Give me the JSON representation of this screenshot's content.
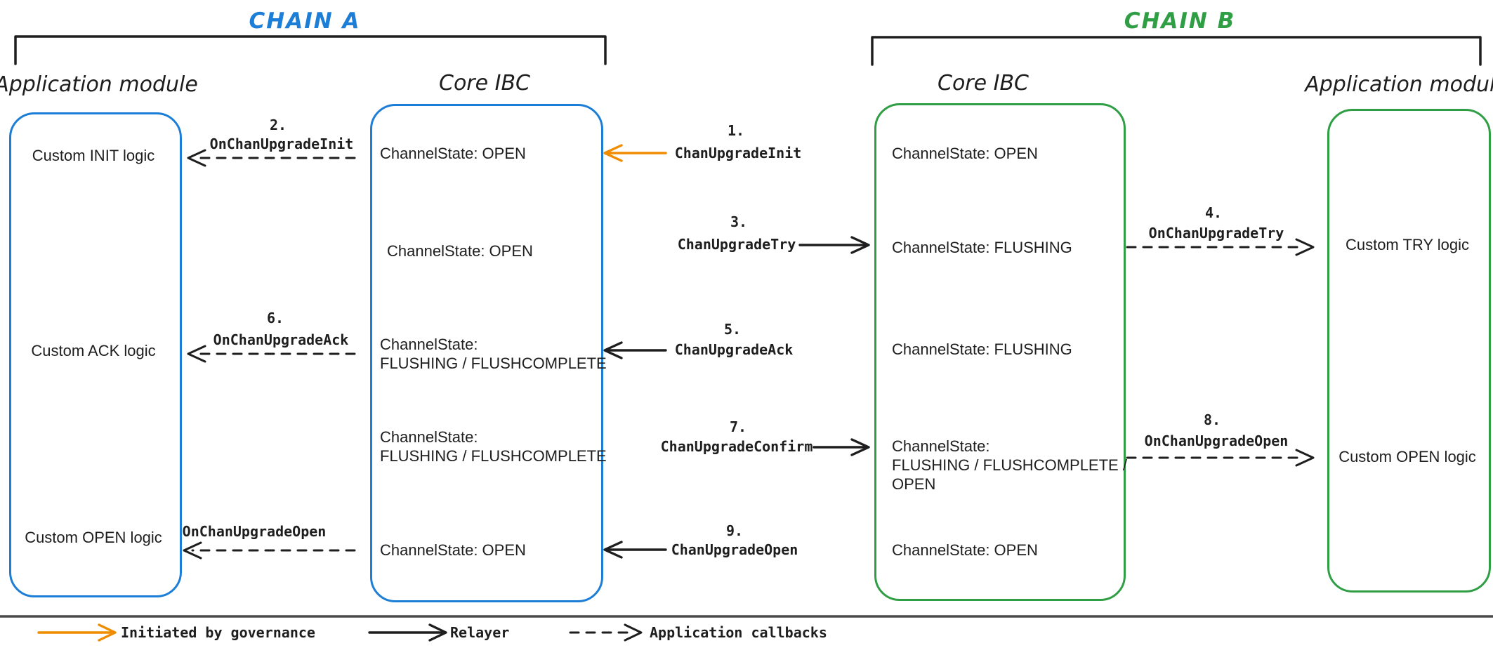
{
  "chains": {
    "a": {
      "title": "CHAIN A",
      "app_label": "Application module",
      "core_label": "Core IBC"
    },
    "b": {
      "title": "CHAIN B",
      "app_label": "Application module",
      "core_label": "Core IBC"
    }
  },
  "app_a": {
    "row1": "Custom INIT logic",
    "row2": "Custom ACK logic",
    "row3": "Custom OPEN logic"
  },
  "core_a": {
    "row1": "ChannelState: OPEN",
    "row2": "ChannelState: OPEN",
    "row3": "ChannelState:\nFLUSHING / FLUSHCOMPLETE",
    "row4": "ChannelState:\nFLUSHING / FLUSHCOMPLETE",
    "row5": "ChannelState: OPEN"
  },
  "core_b": {
    "row1": "ChannelState: OPEN",
    "row2": "ChannelState: FLUSHING",
    "row3": "ChannelState: FLUSHING",
    "row4": "ChannelState:\nFLUSHING / FLUSHCOMPLETE /\nOPEN",
    "row5": "ChannelState: OPEN"
  },
  "app_b": {
    "row1": "Custom TRY logic",
    "row2": "Custom OPEN logic"
  },
  "messages": {
    "m1": {
      "num": "1.",
      "label": "ChanUpgradeInit"
    },
    "m2": {
      "num": "2.",
      "label": "OnChanUpgradeInit"
    },
    "m3": {
      "num": "3.",
      "label": "ChanUpgradeTry"
    },
    "m4": {
      "num": "4.",
      "label": "OnChanUpgradeTry"
    },
    "m5": {
      "num": "5.",
      "label": "ChanUpgradeAck"
    },
    "m6": {
      "num": "6.",
      "label": "OnChanUpgradeAck"
    },
    "m7": {
      "num": "7.",
      "label": "ChanUpgradeConfirm"
    },
    "m8": {
      "num": "8.",
      "label": "OnChanUpgradeOpen"
    },
    "m9": {
      "num": "9.",
      "label": "ChanUpgradeOpen"
    },
    "m10": {
      "label": "OnChanUpgradeOpen"
    }
  },
  "legend": {
    "governance": "Initiated by governance",
    "relayer": "Relayer",
    "callbacks": "Application callbacks"
  },
  "colors": {
    "chain_a_blue": "#1c7ed6",
    "chain_b_green": "#2f9e44",
    "governance_orange": "#f08c00",
    "ink": "#1e1e1e"
  }
}
